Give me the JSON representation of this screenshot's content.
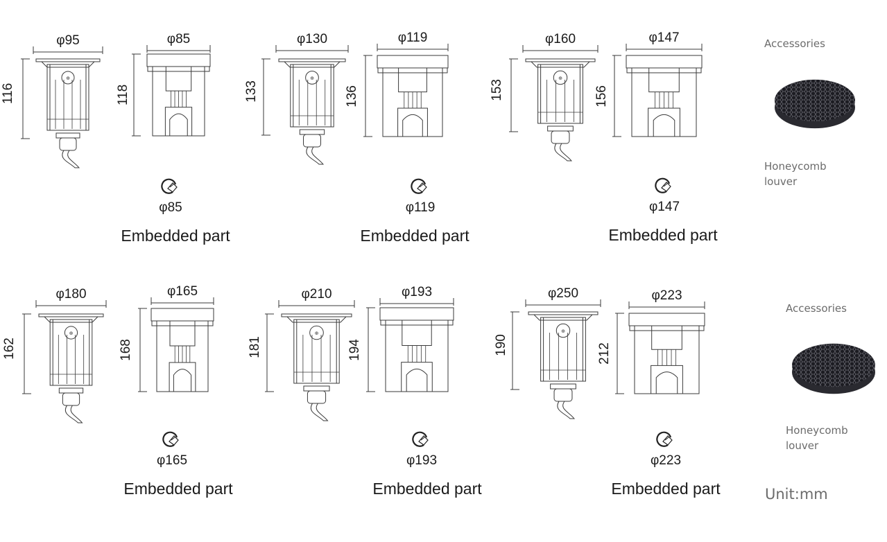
{
  "groups": [
    {
      "fixture": {
        "diameter": "φ95",
        "height": "116"
      },
      "embedded": {
        "diameter": "φ85",
        "height": "118"
      },
      "cutout": "φ85",
      "caption": "Embedded part"
    },
    {
      "fixture": {
        "diameter": "φ130",
        "height": "133"
      },
      "embedded": {
        "diameter": "φ119",
        "height": "136"
      },
      "cutout": "φ119",
      "caption": "Embedded part"
    },
    {
      "fixture": {
        "diameter": "φ160",
        "height": "153"
      },
      "embedded": {
        "diameter": "φ147",
        "height": "156"
      },
      "cutout": "φ147",
      "caption": "Embedded part"
    },
    {
      "fixture": {
        "diameter": "φ180",
        "height": "162"
      },
      "embedded": {
        "diameter": "φ165",
        "height": "168"
      },
      "cutout": "φ165",
      "caption": "Embedded part"
    },
    {
      "fixture": {
        "diameter": "φ210",
        "height": "181"
      },
      "embedded": {
        "diameter": "φ193",
        "height": "194"
      },
      "cutout": "φ193",
      "caption": "Embedded part"
    },
    {
      "fixture": {
        "diameter": "φ250",
        "height": "190"
      },
      "embedded": {
        "diameter": "φ223",
        "height": "212"
      },
      "cutout": "φ223",
      "caption": "Embedded part"
    }
  ],
  "accessories": [
    {
      "title": "Accessories",
      "name_line1": "Honeycomb",
      "name_line2": "louver",
      "icon": "honeycomb-louver"
    },
    {
      "title": "Accessories",
      "name_line1": "Honeycomb",
      "name_line2": "louver",
      "icon": "honeycomb-louver"
    }
  ],
  "unit": "Unit:mm",
  "colors": {
    "line": "#3a3a3a",
    "accessory_text": "#6b6b6b",
    "louver": "#1c1c22"
  }
}
